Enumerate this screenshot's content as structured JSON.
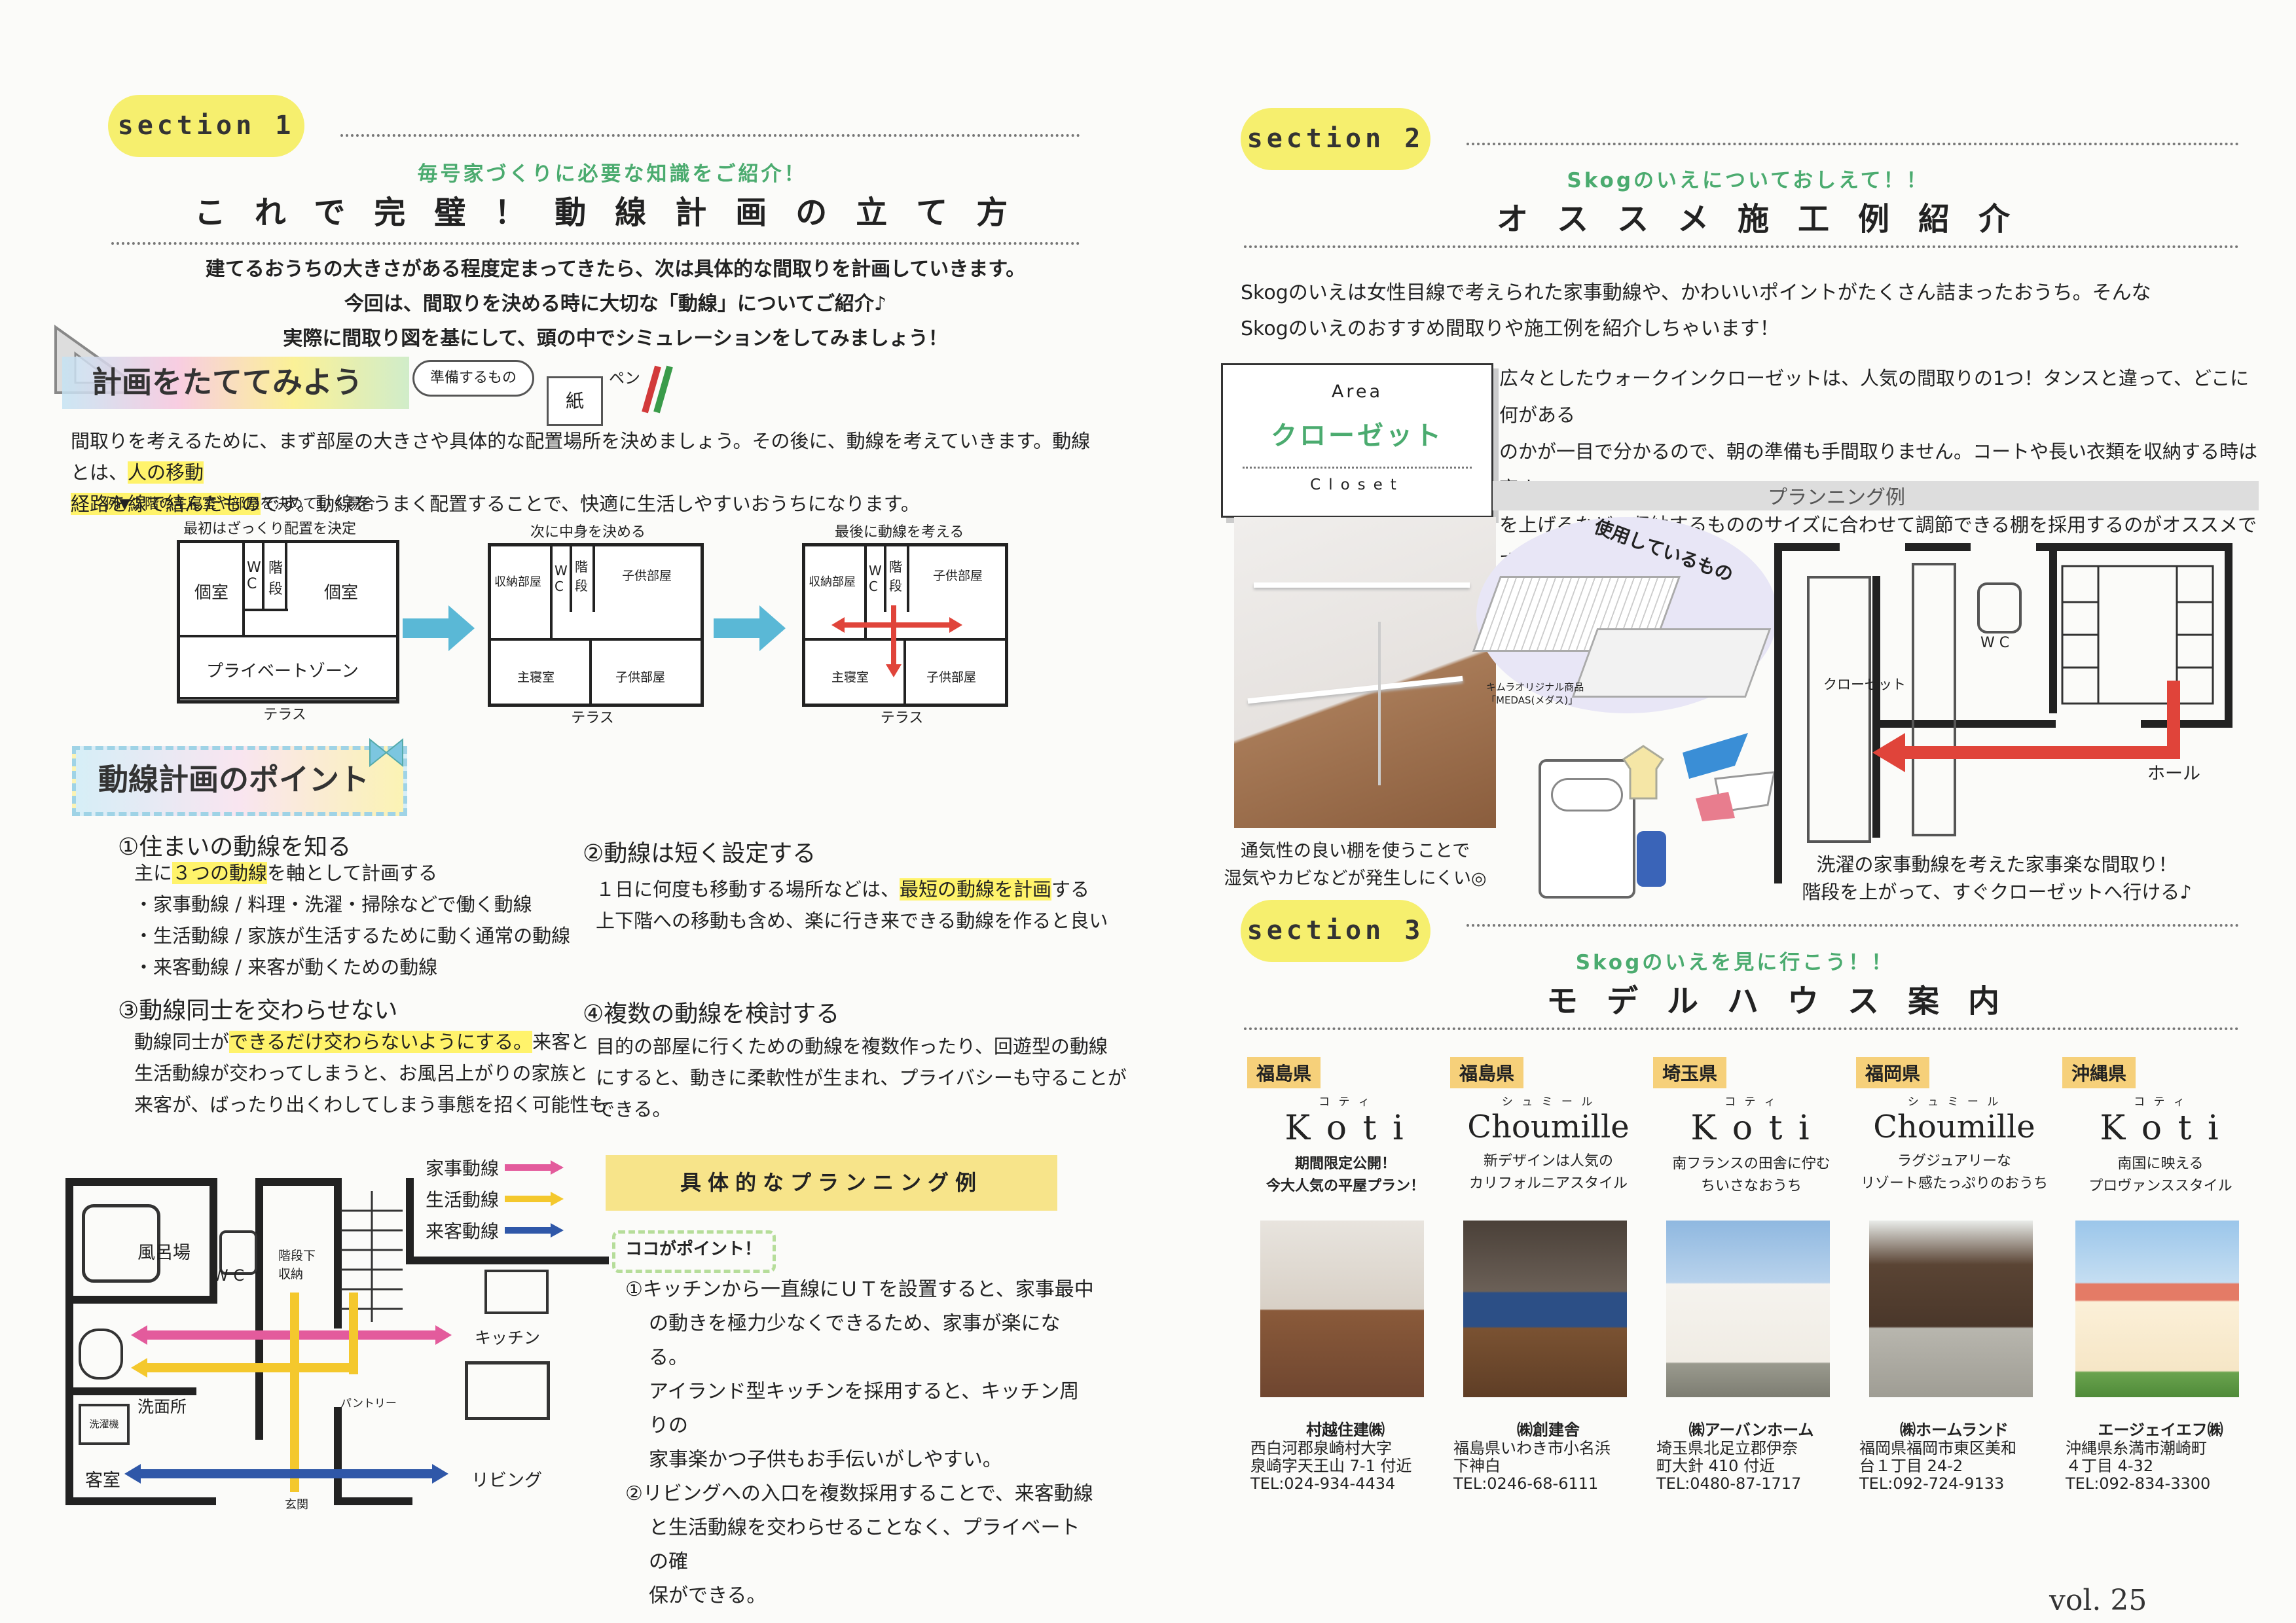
{
  "section1": {
    "label": "section 1",
    "subtitle": "毎号家づくりに必要な知識をご紹介！",
    "title": "これで完璧！動線計画の立て方",
    "intro": [
      "建てるおうちの大きさがある程度定まってきたら、次は具体的な間取りを計画していきます。",
      "今回は、間取りを決める時に大切な「動線」についてご紹介♪",
      "実際に間取り図を基にして、頭の中でシミュレーションをしてみましょう！"
    ],
    "plan_heading": "計画をたててみよう",
    "prep_label": "準備するもの",
    "prep_items": [
      "紙",
      "ペン"
    ],
    "body1a": "間取りを考えるために、まず部屋の大きさや具体的な配置場所を決めましょう。その後に、動線を考えていきます。動線とは、",
    "body1b": "人の移動",
    "body1c": "経路を線で結んだもの",
    "body1d": "です。動線をうまく配置することで、快適に生活しやすいおうちになります。",
    "example_caption": "例▼２階の主寝室や部屋を決めていく場合",
    "step_labels": [
      "最初はざっくり配置を決定",
      "次に中身を決める",
      "最後に動線を考える"
    ],
    "rooms": {
      "private": "個室",
      "wc": "W C",
      "stairs": "階段",
      "private_zone": "プライベートゾーン",
      "terrace": "テラス",
      "storage": "収納部屋",
      "kids": "子供部屋",
      "master": "主寝室"
    },
    "points_heading": "動線計画のポイント",
    "p1_title": "①住まいの動線を知る",
    "p1_lead_a": "主に",
    "p1_lead_b": "３つの動線",
    "p1_lead_c": "を軸として計画する",
    "p1_items": [
      "・家事動線 / 料理・洗濯・掃除などで働く動線",
      "・生活動線 / 家族が生活するために動く通常の動線",
      "・来客動線 / 来客が動くための動線"
    ],
    "p2_title": "②動線は短く設定する",
    "p2_a": "１日に何度も移動する場所などは、",
    "p2_b": "最短の動線を計画",
    "p2_c": "する",
    "p2_line2": "上下階への移動も含め、楽に行き来できる動線を作ると良い",
    "p3_title": "③動線同士を交わらせない",
    "p3_a": "動線同士が",
    "p3_b": "できるだけ交わらないようにする。",
    "p3_c": "来客と",
    "p3_line2": "生活動線が交わってしまうと、お風呂上がりの家族と",
    "p3_line3": "来客が、ばったり出くわしてしまう事態を招く可能性も",
    "p4_title": "④複数の動線を検討する",
    "p4_lines": [
      "目的の部屋に行くための動線を複数作ったり、回遊型の動線",
      "にすると、動きに柔軟性が生まれ、プライバシーも守ることが",
      "できる。"
    ],
    "legend": [
      "家事動線",
      "生活動線",
      "来客動線"
    ],
    "colors": {
      "housework": "#e35b9c",
      "living": "#f4c82d",
      "guest": "#2f57a8",
      "cyan_arrow": "#5ab8d6"
    },
    "floor_labels": {
      "bath": "風呂場",
      "wc": "W C",
      "under_stairs": "階段下\n収納",
      "kitchen": "キッチン",
      "washroom": "洗面所",
      "washer": "洗濯機",
      "pantry": "パントリー",
      "guest_room": "客室",
      "living": "リビング",
      "entrance": "玄関"
    },
    "planning_box_title": "具体的なプランニング例",
    "point_label": "ココがポイント！",
    "planning_lines": [
      "①キッチンから一直線にＵＴを設置すると、家事最中",
      "の動きを極力少なくできるため、家事が楽になる。",
      "アイランド型キッチンを採用すると、キッチン周りの",
      "家事楽かつ子供もお手伝いがしやすい。",
      "②リビングへの入口を複数採用することで、来客動線",
      "と生活動線を交わらせることなく、プライベートの確",
      "保ができる。"
    ]
  },
  "section2": {
    "label": "section 2",
    "subtitle": "Skogのいえについておしえて！！",
    "title": "オススメ施工例紹介",
    "intro": [
      "Skogのいえは女性目線で考えられた家事動線や、かわいいポイントがたくさん詰まったおうち。そんな",
      "Skogのいえのおすすめ間取りや施工例を紹介しちゃいます！"
    ],
    "area_label": "Area",
    "area_name": "クローゼット",
    "area_en": "Closet",
    "desc": [
      "広々としたウォークインクローゼットは、人気の間取りの1つ！タンスと違って、どこに何がある",
      "のかが一目で分かるので、朝の準備も手間取りません。コートや長い衣類を収納する時は高さ",
      "を上げるなど、収納するもののサイズに合わせて調節できる棚を採用するのがオススメです。"
    ],
    "planning_label": "プランニング例",
    "using_label": "使用しているもの",
    "product_caption": "キムラオリジナル商品「MEDAS(メダス)」",
    "plan_labels": {
      "closet": "クローゼット",
      "wc": "W C",
      "hall": "ホール"
    },
    "photo_caption": [
      "通気性の良い棚を使うことで",
      "湿気やカビなどが発生しにくい◎"
    ],
    "plan_caption": [
      "洗濯の家事動線を考えた家事楽な間取り！",
      "階段を上がって、すぐクローゼットへ行ける♪"
    ]
  },
  "section3": {
    "label": "section 3",
    "subtitle": "Skogのいえを見に行こう！！",
    "title": "モデルハウス案内",
    "houses": [
      {
        "pref": "福島県",
        "ruby": "コ テ ィ",
        "name": "K o t i",
        "tag1": "期間限定公開！",
        "tag2": "今大人気の平屋プラン！",
        "company": "村越住建㈱",
        "addr1": "西白河郡泉崎村大字",
        "addr2": "泉崎字天王山 7-1 付近",
        "tel": "TEL:024-934-4434"
      },
      {
        "pref": "福島県",
        "ruby": "シ ュ ミ ー ル",
        "name": "Choumille",
        "tag1": "新デザインは人気の",
        "tag2": "カリフォルニアスタイル",
        "company": "㈱創建舎",
        "addr1": "福島県いわき市小名浜",
        "addr2": "下神白",
        "tel": "TEL:0246-68-6111"
      },
      {
        "pref": "埼玉県",
        "ruby": "コ テ ィ",
        "name": "K o t i",
        "tag1": "南フランスの田舎に佇む",
        "tag2": "ちいさなおうち",
        "company": "㈱アーバンホーム",
        "addr1": "埼玉県北足立郡伊奈",
        "addr2": "町大針 410 付近",
        "tel": "TEL:0480-87-1717"
      },
      {
        "pref": "福岡県",
        "ruby": "シ ュ ミ ー ル",
        "name": "Choumille",
        "tag1": "ラグジュアリーな",
        "tag2": "リゾート感たっぷりのおうち",
        "company": "㈱ホームランド",
        "addr1": "福岡県福岡市東区美和",
        "addr2": "台１丁目 24-2",
        "tel": "TEL:092-724-9133"
      },
      {
        "pref": "沖縄県",
        "ruby": "コ テ ィ",
        "name": "K o t i",
        "tag1": "南国に映える",
        "tag2": "プロヴァンススタイル",
        "company": "エージェイエフ㈱",
        "addr1": "沖縄県糸満市潮崎町",
        "addr2": "４丁目 4-32",
        "tel": "TEL:092-834-3300"
      }
    ]
  },
  "footer": {
    "volume": "vol. 25"
  }
}
